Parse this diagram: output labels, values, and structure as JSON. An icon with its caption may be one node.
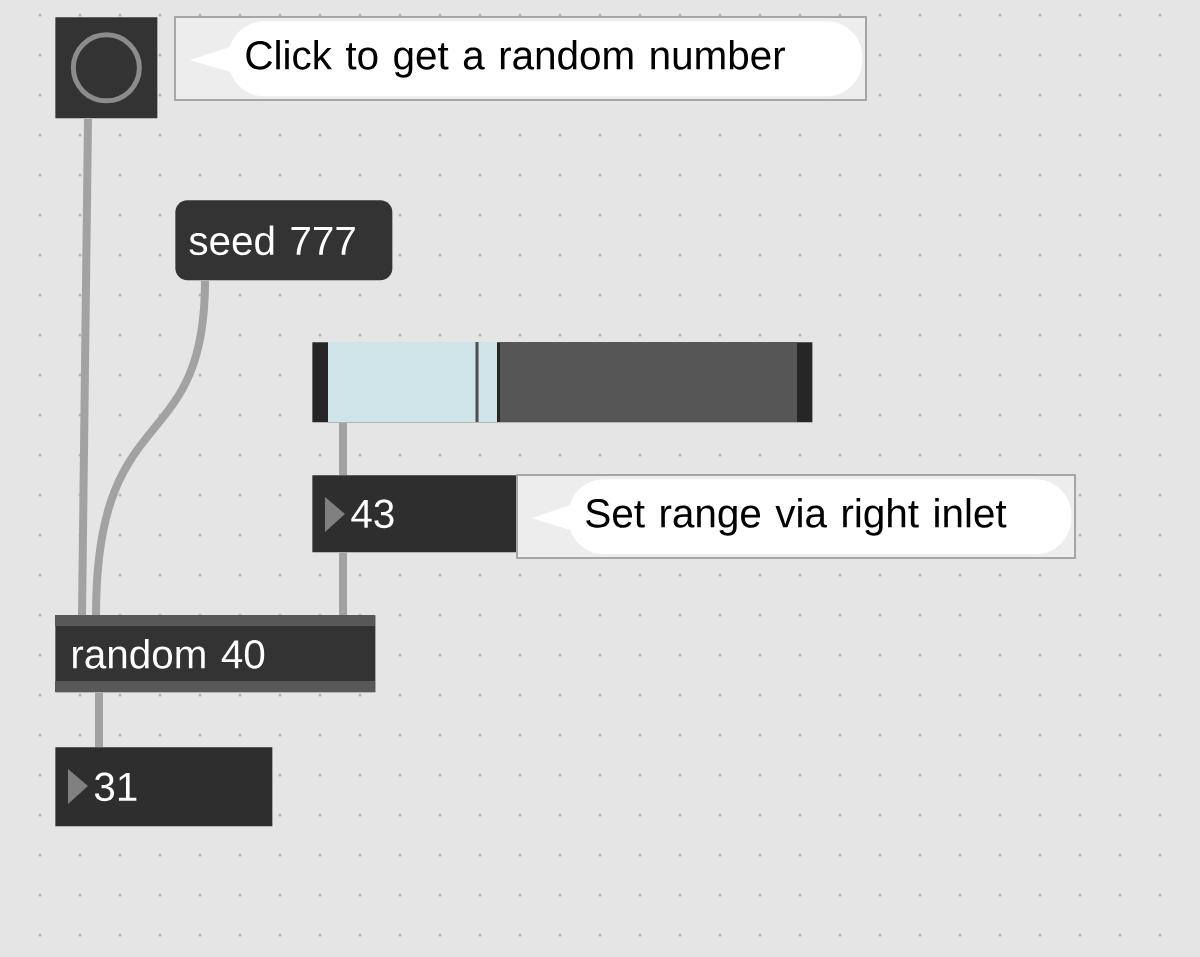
{
  "diagram": {
    "nodes": [
      {
        "text": [],
        "shape": "box"
      },
      {
        "text": [
          "Click to get a random number"
        ]
      },
      {
        "text": [
          "seed 777"
        ]
      },
      {
        "text": [],
        "shape": "bar"
      },
      {
        "text": [
          "43"
        ]
      },
      {
        "text": [
          "Set range via right inlet"
        ]
      },
      {
        "text": [
          "random 40"
        ]
      },
      {
        "text": [
          "31"
        ]
      }
    ],
    "edges": [
      {
        "from": 0,
        "to": 6,
        "arrow": "none"
      },
      {
        "from": 2,
        "to": 6,
        "arrow": "none"
      },
      {
        "from": 3,
        "to": 4,
        "arrow": "none"
      },
      {
        "from": 4,
        "to": 6,
        "arrow": "none"
      },
      {
        "from": 6,
        "to": 7,
        "arrow": "none"
      }
    ]
  }
}
